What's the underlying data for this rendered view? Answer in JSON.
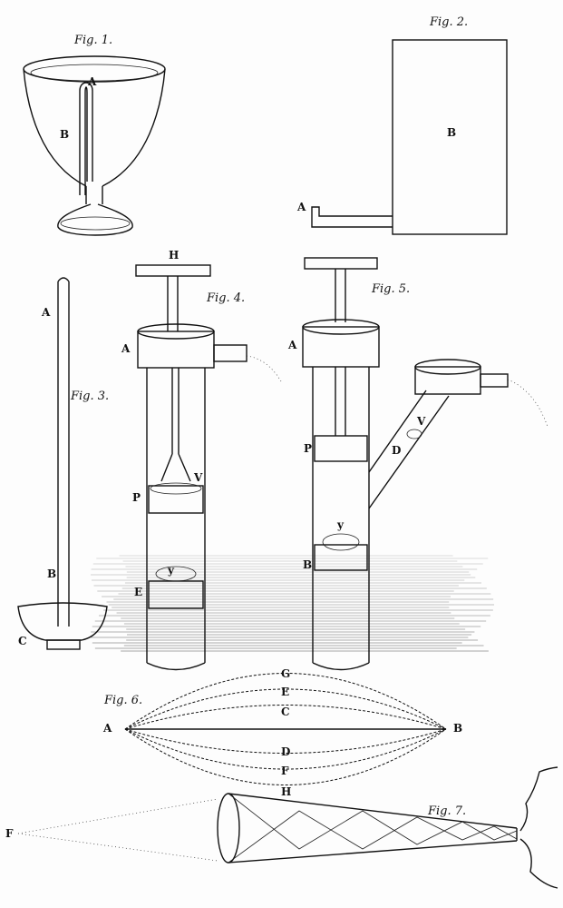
{
  "fig1": {
    "title": "Fig. 1.",
    "labels": [
      "A",
      "B"
    ]
  },
  "fig2": {
    "title": "Fig. 2.",
    "labels": [
      "A",
      "B"
    ]
  },
  "fig3": {
    "title": "Fig. 3.",
    "labels": [
      "A",
      "B",
      "C"
    ]
  },
  "fig4": {
    "title": "Fig. 4.",
    "labels": [
      "H",
      "A",
      "P",
      "V",
      "y",
      "E"
    ]
  },
  "fig5": {
    "title": "Fig. 5.",
    "labels": [
      "A",
      "P",
      "V",
      "D",
      "y",
      "B"
    ]
  },
  "fig6": {
    "title": "Fig. 6.",
    "labels": [
      "A",
      "B",
      "G",
      "E",
      "C",
      "D",
      "F",
      "H"
    ]
  },
  "fig7": {
    "title": "Fig. 7.",
    "labels": [
      "F"
    ]
  }
}
